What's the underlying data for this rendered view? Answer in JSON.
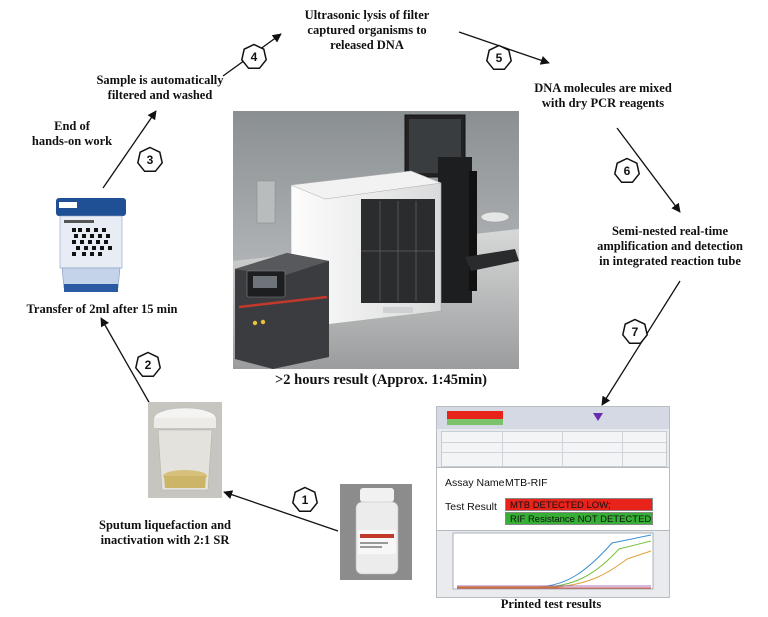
{
  "steps": [
    {
      "number": "1",
      "label": "Sputum liquefaction and\ninactivation with 2:1 SR"
    },
    {
      "number": "2",
      "label": "Transfer of 2ml after 15 min"
    },
    {
      "number": "3",
      "label": "End of\nhands-on work"
    },
    {
      "number": "4",
      "label": "Sample is automatically\nfiltered and washed"
    },
    {
      "number": "5",
      "label": "Ultrasonic lysis of filter\ncaptured organisms to\nreleased  DNA"
    },
    {
      "number": "6",
      "label": "DNA molecules are mixed\nwith dry PCR reagents"
    },
    {
      "number": "7",
      "label": "Semi-nested  real-time\namplification and detection\nin integrated reaction tube"
    }
  ],
  "center_caption": ">2 hours result (Approx. 1:45min)",
  "printed_results_caption": "Printed test results",
  "result_panel": {
    "assay_name_label": "Assay Name",
    "assay_name_value": "MTB-RIF",
    "test_result_label": "Test Result",
    "result_line_1": "MTB DETECTED LOW;",
    "result_line_2": "RIF Resistance NOT DETECTED"
  },
  "colors": {
    "detected": "#e8231b",
    "not_detected": "#35b035",
    "instrument_red": "#c0392b"
  },
  "icons": [
    "reagent-bottle",
    "sputum-cup",
    "xpert-cartridge",
    "genexpert-instrument",
    "results-screen"
  ]
}
